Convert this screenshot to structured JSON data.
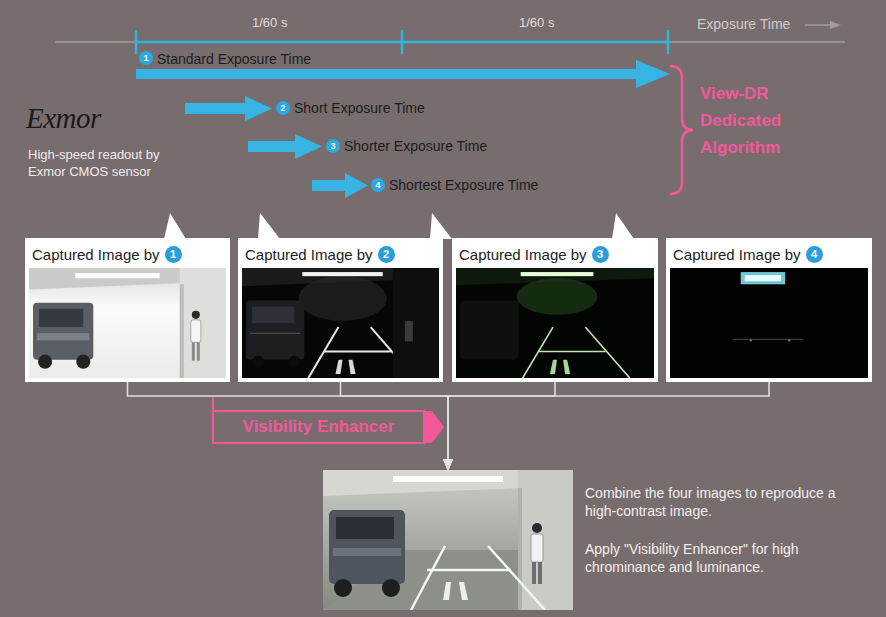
{
  "diagram": {
    "nodes": [
      {
        "text": [
          "Captured Image by",
          "1"
        ]
      },
      {
        "text": [
          "Captured Image by",
          "2"
        ]
      },
      {
        "text": [
          "Captured Image by",
          "3"
        ]
      },
      {
        "text": [
          "Captured Image by",
          "4"
        ]
      },
      {
        "text": [
          "Visibility Enhancer"
        ]
      },
      {
        "text": [
          "Combine the four images to reproduce a high-contrast image.",
          "Apply \"Visibility Enhancer\" for high chrominance and luminance."
        ]
      }
    ],
    "edges": [
      {
        "from": 0,
        "to": 5,
        "arrow": "to"
      },
      {
        "from": 1,
        "to": 5,
        "arrow": "to"
      },
      {
        "from": 2,
        "to": 5,
        "arrow": "to"
      },
      {
        "from": 3,
        "to": 5,
        "arrow": "to"
      }
    ],
    "labels": [
      "1/60 s",
      "1/60 s",
      "Exposure Time",
      "1",
      "Standard Exposure Time",
      "2",
      "Short Exposure Time",
      "3",
      "Shorter Exposure Time",
      "4",
      "Shortest Exposure Time",
      "Exmor",
      "High-speed readout by Exmor CMOS sensor",
      "View-DR Dedicated Algorithm"
    ]
  }
}
